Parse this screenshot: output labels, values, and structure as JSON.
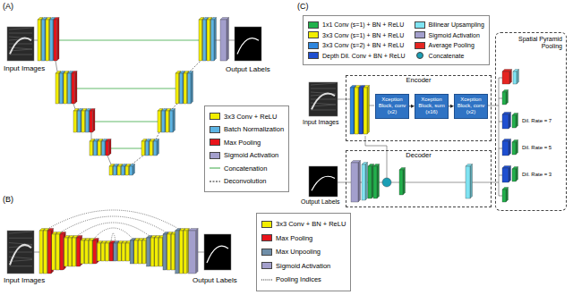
{
  "diagram": {
    "nodes": [
      {
        "text": [
          "Encoder"
        ]
      },
      {
        "text": [
          "Xception Block, conv (x2)"
        ],
        "in": 0
      },
      {
        "text": [
          "Xception Block, sum (x16)"
        ],
        "in": 0
      },
      {
        "text": [
          "Xception Block, conv (x2)"
        ],
        "in": 0
      },
      {
        "text": [
          "Decoder"
        ]
      },
      {
        "text": [
          "Spatial Pyramid Pooling"
        ]
      }
    ],
    "edges": [
      {
        "from": 1,
        "to": 2,
        "arrow": "to"
      },
      {
        "from": 2,
        "to": 3,
        "arrow": "to"
      }
    ],
    "labels": [
      "(A)",
      "Input Images",
      "Output Labels",
      "(B)",
      "Input Images",
      "Output Labels",
      "(C)",
      "Input Images",
      "Output Labels",
      "Dil. Rate = 7",
      "Dil. Rate = 5",
      "Dil. Rate = 3"
    ],
    "legend": [
      {
        "text": "3x3 Conv + ReLU",
        "color": "#f2ee00"
      },
      {
        "text": "Batch Normalization",
        "color": "#5cb4e4"
      },
      {
        "text": "Max Pooling",
        "color": "#e8141b"
      },
      {
        "text": "Sigmoid Activation",
        "color": "#a39fcc"
      },
      {
        "text": "Concatenation"
      },
      {
        "text": "Deconvolution"
      },
      {
        "text": "3x3 Conv + BN + ReLU",
        "color": "#f2ee00"
      },
      {
        "text": "Max Pooling",
        "color": "#e8141b"
      },
      {
        "text": "Max Unpooling",
        "color": "#6f8ea8"
      },
      {
        "text": "Sigmoid Activation",
        "color": "#a39fcc"
      },
      {
        "text": "Pooling Indices"
      },
      {
        "text": "1x1 Conv (s=1) + BN + ReLU",
        "color": "#22b14c"
      },
      {
        "text": "3x3 Conv (s=1) + BN + ReLU",
        "color": "#f2ee00"
      },
      {
        "text": "3x3 Conv (s=2) + BN + ReLU",
        "color": "#2e86de"
      },
      {
        "text": "Depth Dil. Conv + BN + ReLU",
        "color": "#1f4fd0"
      },
      {
        "text": "Bilinear Upsampling",
        "color": "#7fe3f2"
      },
      {
        "text": "Sigmoid Activation",
        "color": "#a39fcc"
      },
      {
        "text": "Average Pooling",
        "color": "#e52521"
      },
      {
        "text": "Concatenate",
        "color": "#1b9fb5"
      }
    ]
  }
}
